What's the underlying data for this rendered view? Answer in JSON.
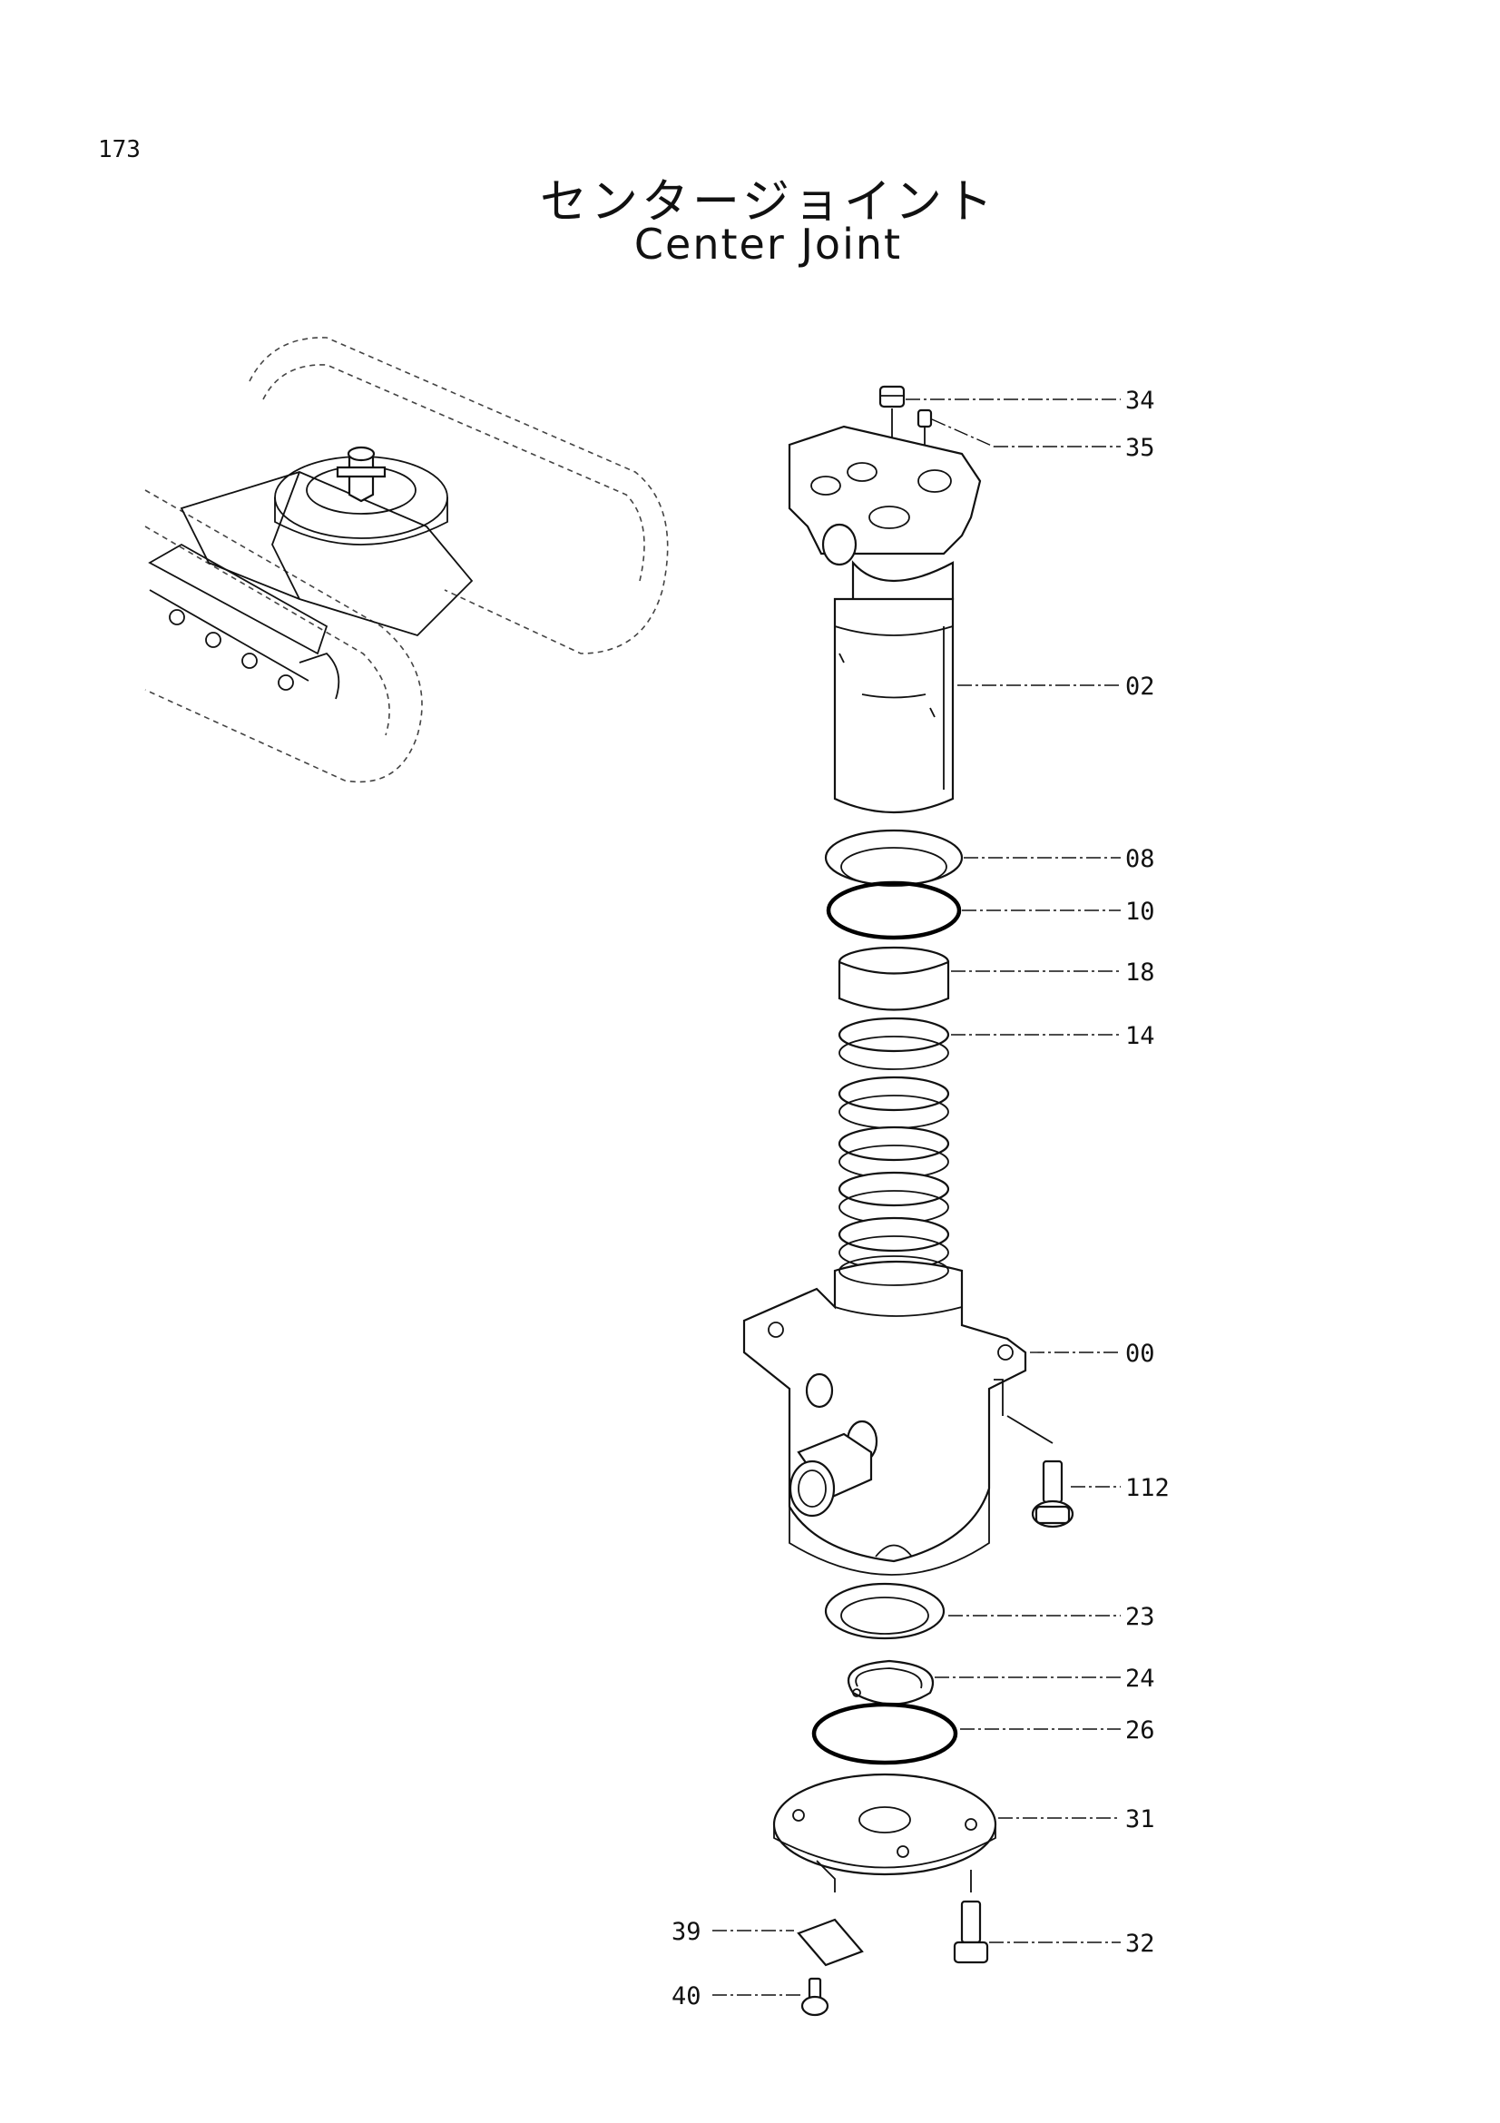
{
  "page": {
    "number": "173"
  },
  "title": {
    "japanese": "センタージョイント",
    "english": "Center Joint"
  },
  "callouts": [
    {
      "id": "34",
      "label": "34",
      "side": "right"
    },
    {
      "id": "35",
      "label": "35",
      "side": "right"
    },
    {
      "id": "02",
      "label": "02",
      "side": "right"
    },
    {
      "id": "08",
      "label": "08",
      "side": "right"
    },
    {
      "id": "10",
      "label": "10",
      "side": "right"
    },
    {
      "id": "18",
      "label": "18",
      "side": "right"
    },
    {
      "id": "14",
      "label": "14",
      "side": "right"
    },
    {
      "id": "00",
      "label": "00",
      "side": "right"
    },
    {
      "id": "112",
      "label": "112",
      "side": "right"
    },
    {
      "id": "23",
      "label": "23",
      "side": "right"
    },
    {
      "id": "24",
      "label": "24",
      "side": "right"
    },
    {
      "id": "26",
      "label": "26",
      "side": "right"
    },
    {
      "id": "31",
      "label": "31",
      "side": "right"
    },
    {
      "id": "32",
      "label": "32",
      "side": "right"
    },
    {
      "id": "39",
      "label": "39",
      "side": "left"
    },
    {
      "id": "40",
      "label": "40",
      "side": "left"
    }
  ]
}
